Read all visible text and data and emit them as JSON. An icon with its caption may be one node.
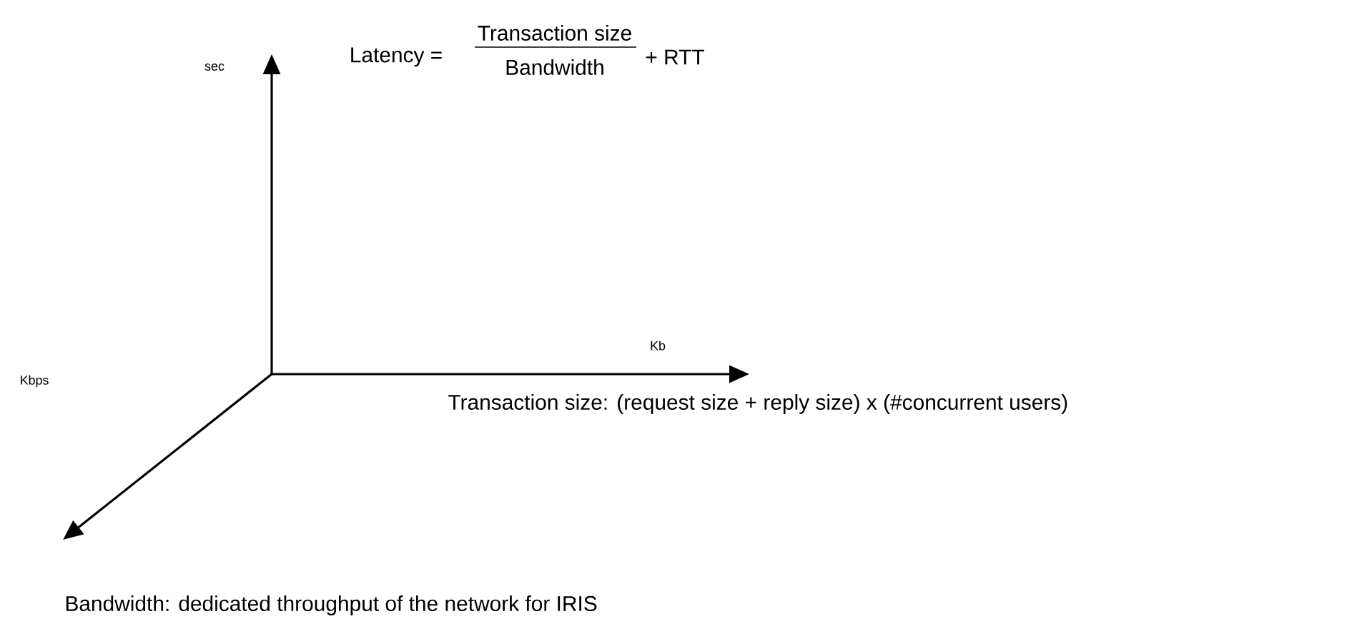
{
  "diagram": {
    "labels": [
      "sec",
      "Latency =",
      "Transaction size",
      "Bandwidth",
      "+ RTT",
      "Kb",
      "Transaction size: (request size + reply size) x (#concurrent users)",
      "Kbps",
      "Bandwidth: dedicated throughput of the network for IRIS"
    ]
  }
}
